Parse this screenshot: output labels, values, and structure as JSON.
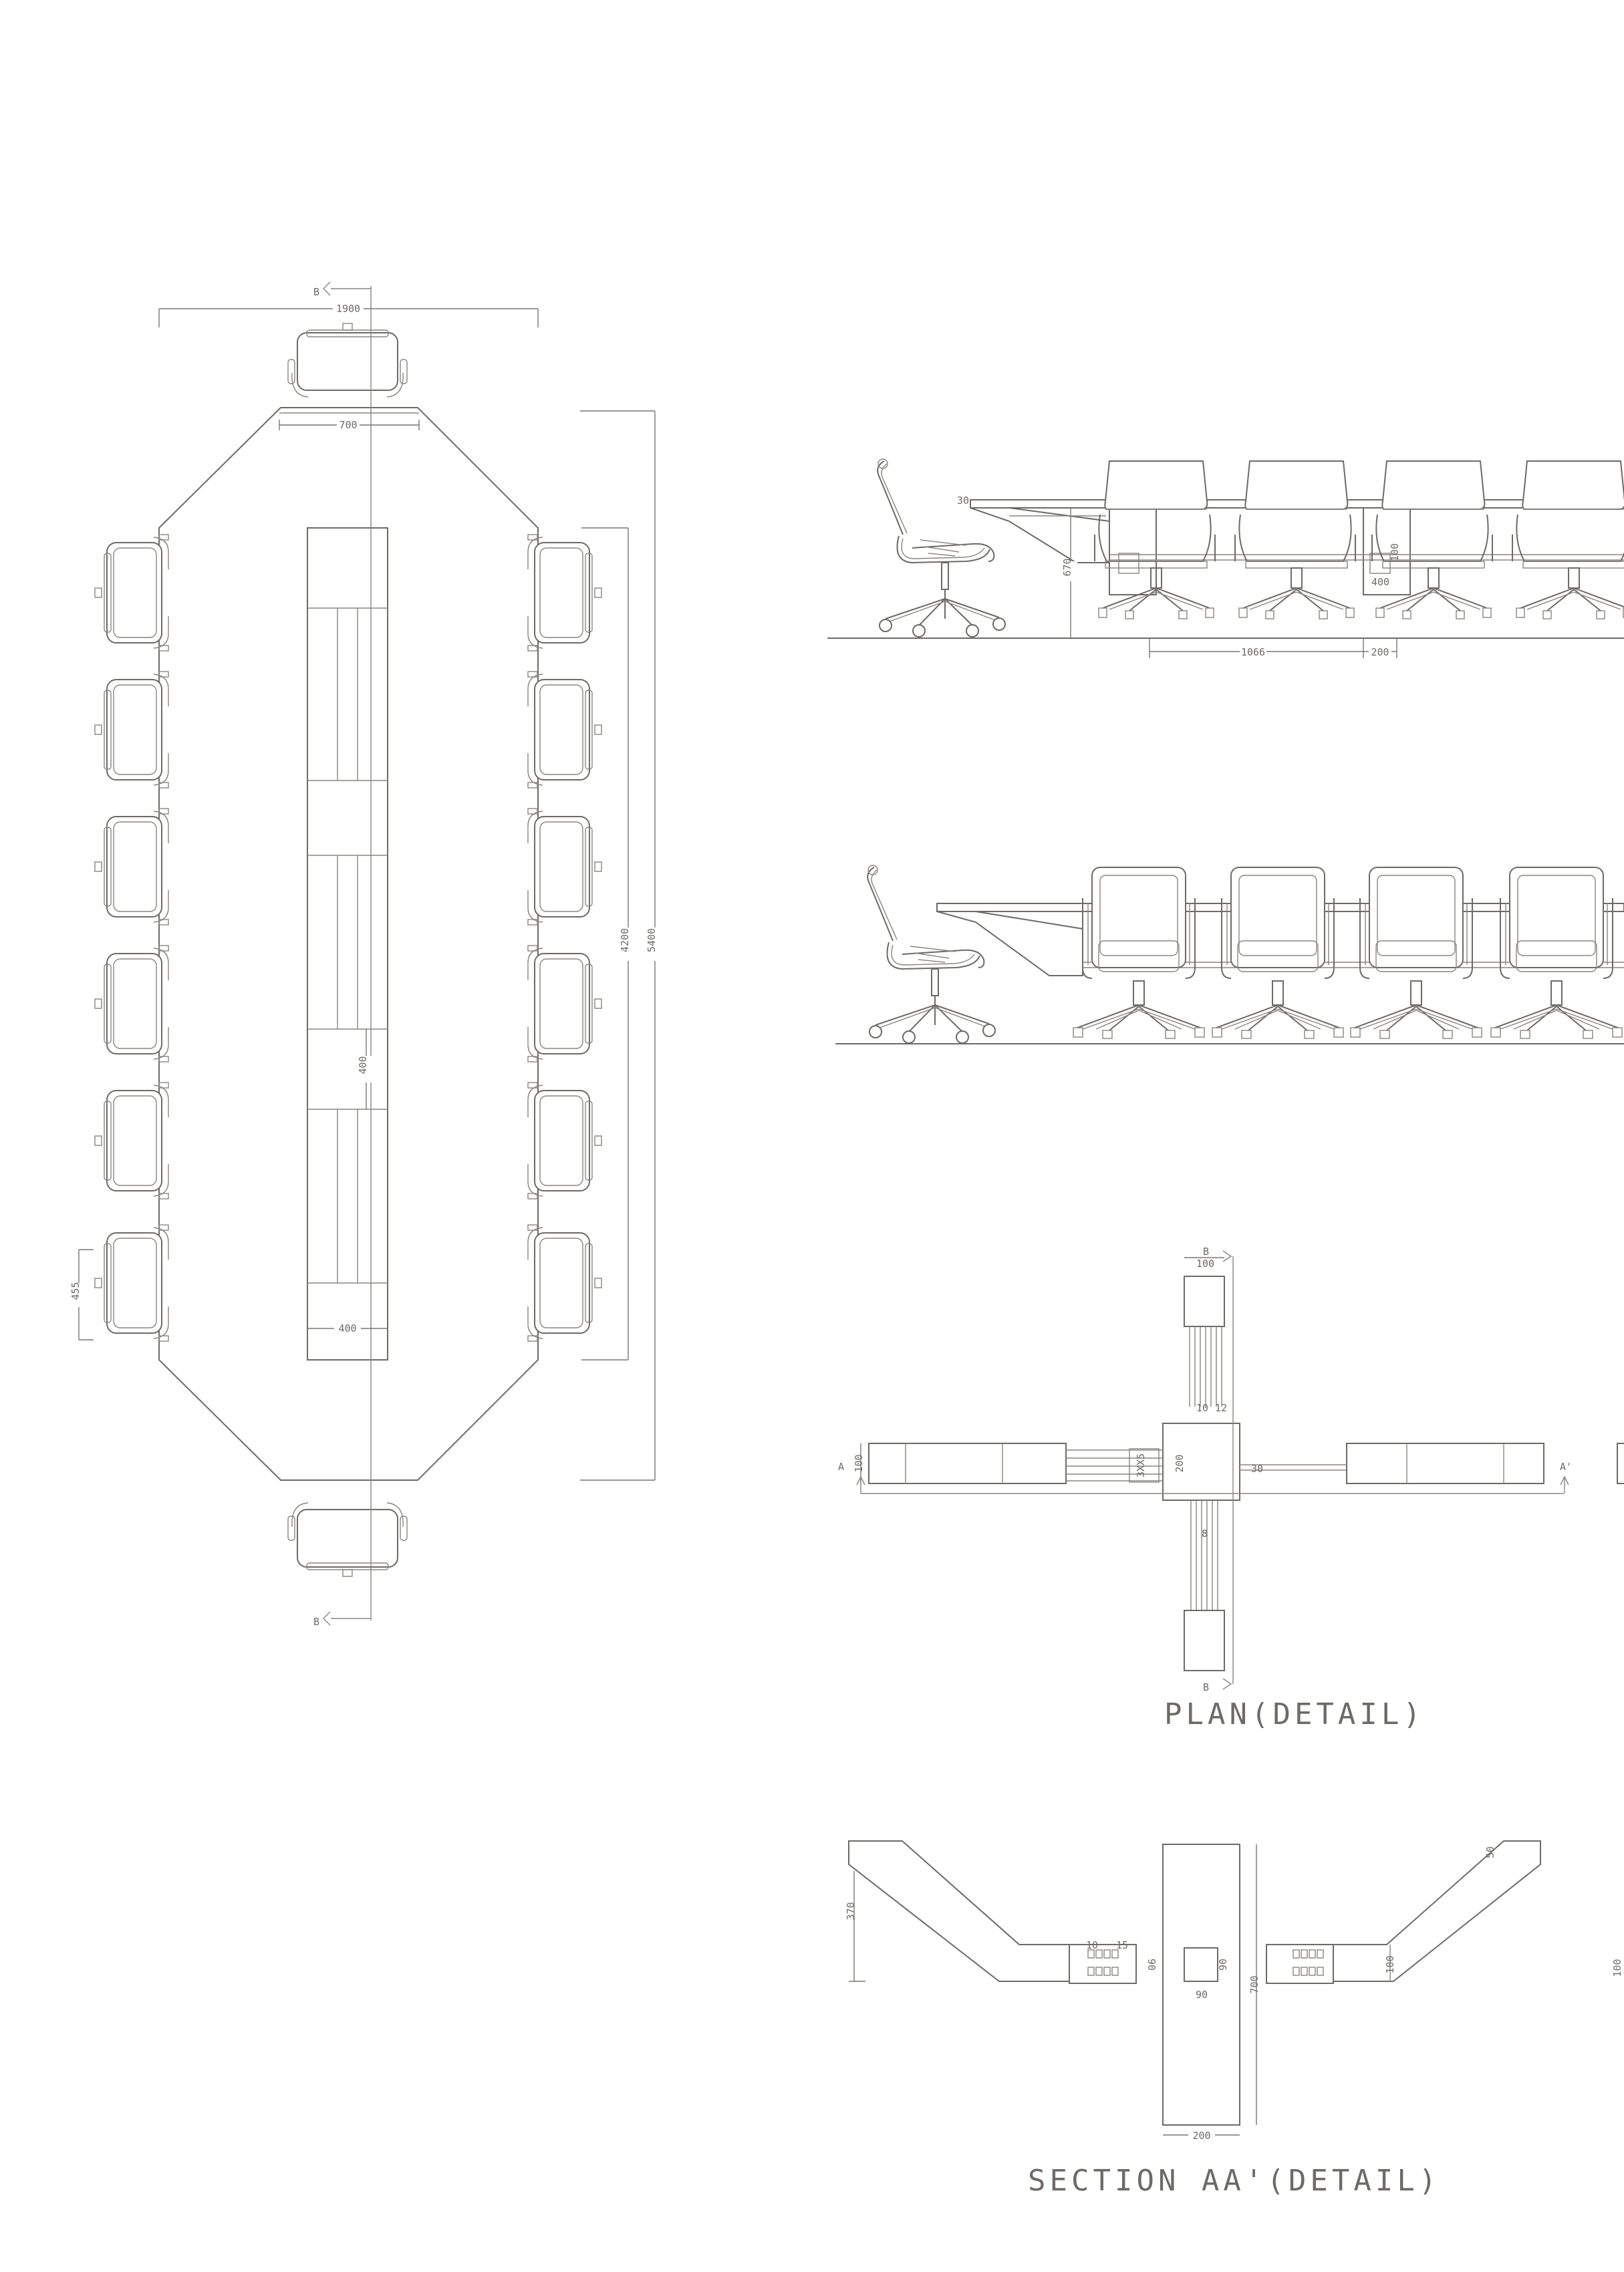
{
  "plan": {
    "section_mark_top": "B",
    "section_mark_bottom": "B",
    "dim_width": "1900",
    "dim_head": "700",
    "dim_length_inner": "4200",
    "dim_length_outer": "5400",
    "dim_seat": "455",
    "dim_tray_width": "400",
    "dim_tray_inner": "400"
  },
  "elevation_side": {
    "dim_top": "30",
    "dim_height": "670",
    "dim_span": "1066",
    "dim_leg": "200",
    "dim_box": "400",
    "dim_small": "100"
  },
  "plan_detail": {
    "title": "PLAN(DETAIL)",
    "mark_a": "A",
    "mark_a_prime": "A'",
    "mark_b_top": "B",
    "mark_b_bottom": "B",
    "dim_top_w": "100",
    "dim_10": "10",
    "dim_12": "12",
    "dim_left_h": "100",
    "dim_center": "200",
    "dim_30": "30",
    "dim_stack": "3XX5",
    "dim_8": "8"
  },
  "section_detail": {
    "title": "SECTION AA'(DETAIL)",
    "dim_370": "370",
    "dim_10": "10",
    "dim_15": "15",
    "dim_90a": "90",
    "dim_90b": "90",
    "dim_90c": "90",
    "dim_700": "700",
    "dim_200": "200",
    "dim_100a": "100",
    "dim_100b": "100",
    "dim_50": "50"
  }
}
